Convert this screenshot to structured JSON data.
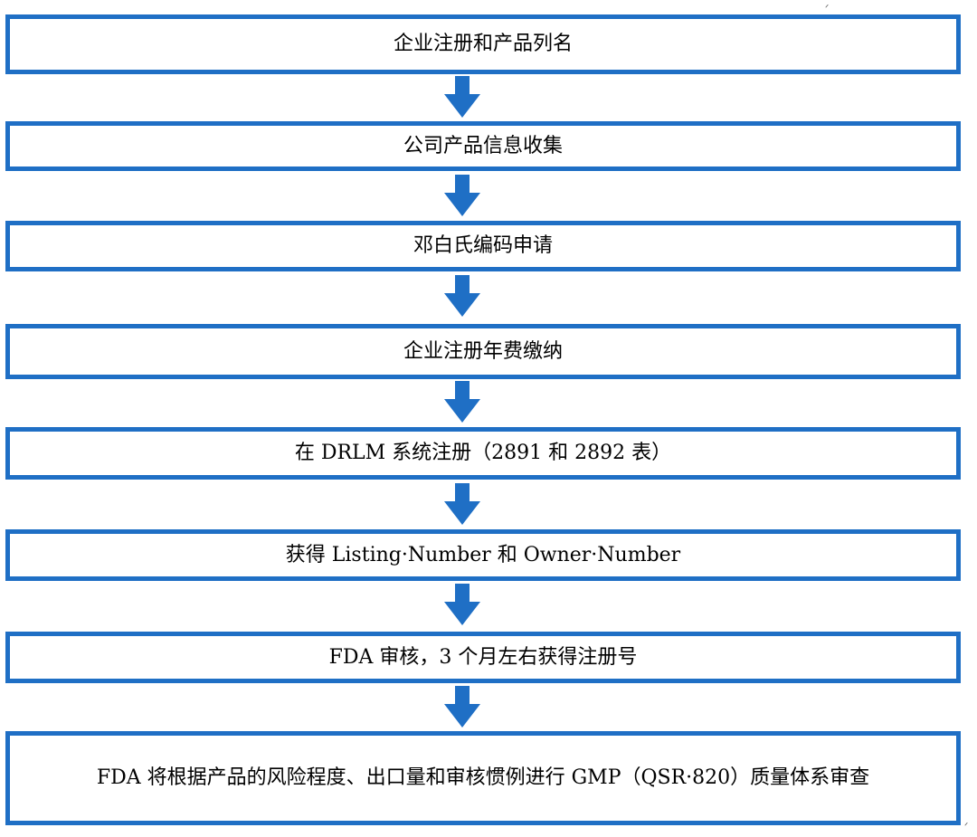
{
  "steps": [
    "企业注册和产品列名",
    "公司产品信息收集",
    "邓白氏编码申请",
    "企业注册年费缴纳",
    "在 DRLM 系统注册（2891 和 2892 表）",
    "获得 Listing·Number 和 Owner·Number",
    "FDA 审核，3 个月左右获得注册号",
    "FDA 将根据产品的风险程度、出口量和审核惯例进行 GMP（QSR·820）质量体系审查"
  ],
  "colors": {
    "border": "#1f6fc5",
    "arrow": "#1f6fc5"
  }
}
